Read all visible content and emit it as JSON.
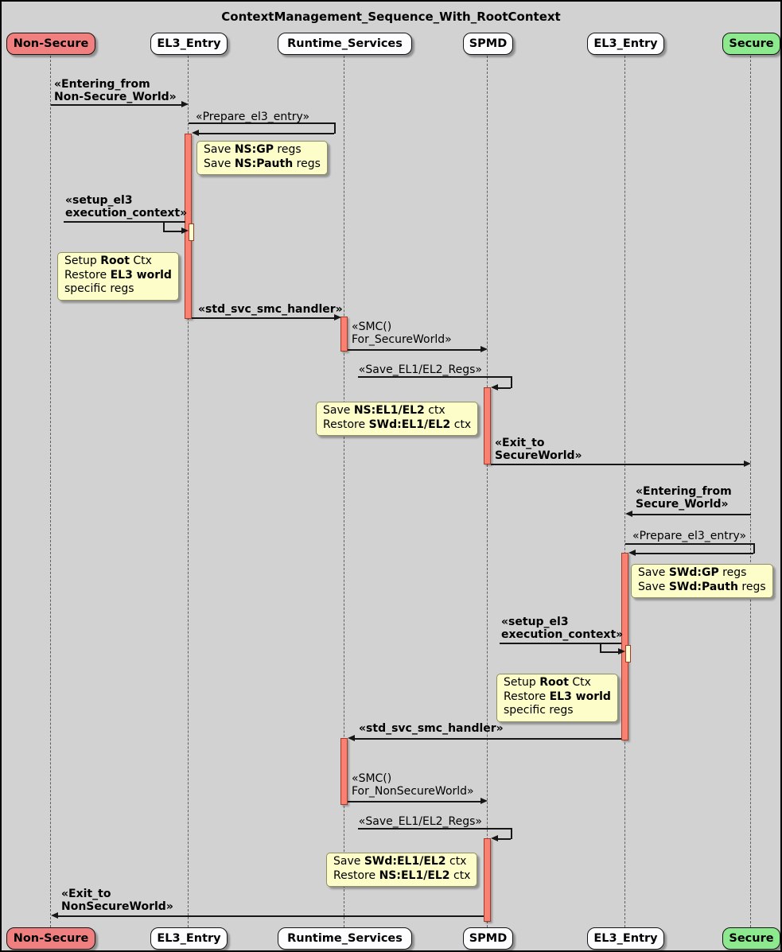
{
  "title": "ContextManagement_Sequence_With_RootContext",
  "participants": [
    {
      "label": "Non-Secure",
      "fill": "#F0807F"
    },
    {
      "label": "EL3_Entry",
      "fill": "#FDFDFF"
    },
    {
      "label": "Runtime_Services",
      "fill": "#FDFDFF"
    },
    {
      "label": "SPMD",
      "fill": "#FDFDFF"
    },
    {
      "label": "EL3_Entry",
      "fill": "#FDFDFF"
    },
    {
      "label": "Secure",
      "fill": "#8DE98D"
    }
  ],
  "messages": {
    "m1": "«Entering_from\nNon-Secure_World»",
    "m2": "«Prepare_el3_entry»",
    "m3": "«setup_el3\nexecution_context»",
    "m4": "«std_svc_smc_handler»",
    "m5": "«SMC()\nFor_SecureWorld»",
    "m6": "«Save_EL1/EL2_Regs»",
    "m7": "«Exit_to\nSecureWorld»",
    "m8": "«Entering_from\nSecure_World»",
    "m9": "«Prepare_el3_entry»",
    "m10": "«setup_el3\nexecution_context»",
    "m11": "«std_svc_smc_handler»",
    "m12": "«SMC()\nFor_NonSecureWorld»",
    "m13": "«Save_EL1/EL2_Regs»",
    "m14": "«Exit_to\nNonSecureWorld»"
  },
  "notes": {
    "n1": {
      "a1": "Save ",
      "b1": "NS:GP",
      "c1": " regs",
      "a2": "Save ",
      "b2": "NS:Pauth",
      "c2": " regs"
    },
    "n2": {
      "a1": "Setup ",
      "b1": "Root",
      "c1": " Ctx",
      "a2": "Restore ",
      "b2": "EL3 world",
      "a3": "specific regs"
    },
    "n3": {
      "a1": "Save ",
      "b1": "NS:EL1/EL2",
      "c1": " ctx",
      "a2": "Restore ",
      "b2": "SWd:EL1/EL2",
      "c2": " ctx"
    },
    "n4": {
      "a1": "Save ",
      "b1": "SWd:GP",
      "c1": " regs",
      "a2": "Save ",
      "b2": "SWd:Pauth",
      "c2": " regs"
    },
    "n5": {
      "a1": "Setup ",
      "b1": "Root",
      "c1": " Ctx",
      "a2": "Restore ",
      "b2": "EL3 world",
      "a3": "specific regs"
    },
    "n6": {
      "a1": "Save ",
      "b1": "SWd:EL1/EL2",
      "c1": " ctx",
      "a2": "Restore ",
      "b2": "NS:EL1/EL2",
      "c2": " ctx"
    }
  },
  "colors": {
    "background": "#D2D2D2",
    "participant_default_fill": "#FDFDFF",
    "non_secure_fill": "#F0807F",
    "secure_fill": "#8DE98D",
    "activation_fill": "#FA8072",
    "activation_border": "#A33B2B",
    "nested_activation_fill": "#FEFECE",
    "note_fill": "#FDFDC9",
    "line_color": "#161616"
  }
}
